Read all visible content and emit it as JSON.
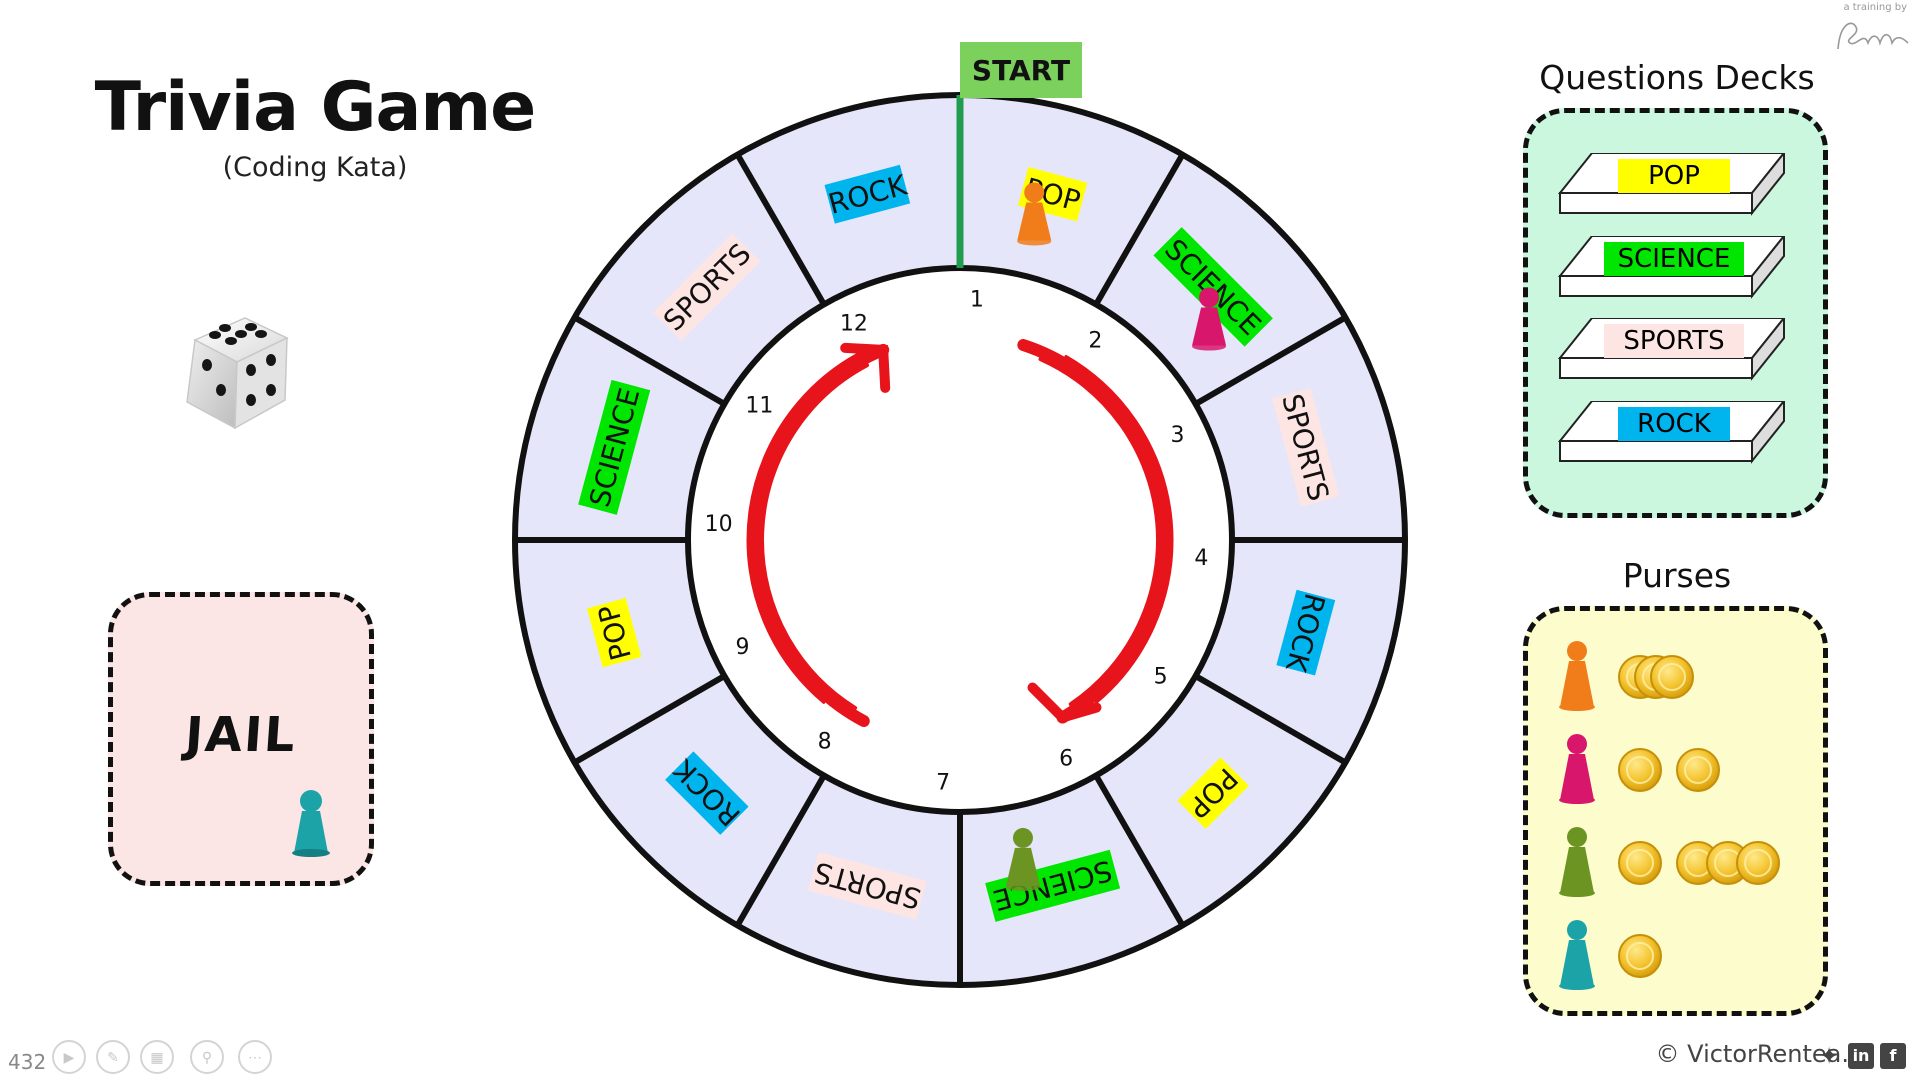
{
  "title": "Trivia Game",
  "subtitle": "(Coding Kata)",
  "board": {
    "start_label": "START",
    "colors": {
      "square_fill": "#e6e6fa",
      "arrow": "#e8141b",
      "start_flag": "#7cd05c",
      "start_line": "#1f9c4d"
    },
    "categories": {
      "POP": {
        "bg": "#ffff00"
      },
      "SCIENCE": {
        "bg": "#00e600"
      },
      "SPORTS": {
        "bg": "#fde5e3"
      },
      "ROCK": {
        "bg": "#00b4ee"
      }
    },
    "squares": [
      {
        "number": "1",
        "category": "POP"
      },
      {
        "number": "2",
        "category": "SCIENCE"
      },
      {
        "number": "3",
        "category": "SPORTS"
      },
      {
        "number": "4",
        "category": "ROCK"
      },
      {
        "number": "5",
        "category": "POP"
      },
      {
        "number": "6",
        "category": "SCIENCE"
      },
      {
        "number": "7",
        "category": "SPORTS"
      },
      {
        "number": "8",
        "category": "ROCK"
      },
      {
        "number": "9",
        "category": "POP"
      },
      {
        "number": "10",
        "category": "SCIENCE"
      },
      {
        "number": "11",
        "category": "SPORTS"
      },
      {
        "number": "12",
        "category": "ROCK"
      }
    ],
    "pawns_on_board": [
      {
        "player_color": "orange",
        "square": 1
      },
      {
        "player_color": "magenta",
        "square": 2
      },
      {
        "player_color": "green",
        "square": 6
      }
    ]
  },
  "players": [
    {
      "color_name": "orange",
      "hex": "#f07d1a",
      "coins": 3
    },
    {
      "color_name": "magenta",
      "hex": "#d8166b",
      "coins": 2
    },
    {
      "color_name": "green",
      "hex": "#6b9422",
      "coins": 4
    },
    {
      "color_name": "teal",
      "hex": "#1ba3a8",
      "coins": 1
    }
  ],
  "dice": {
    "value": 6
  },
  "jail": {
    "label": "JAIL",
    "occupant": "teal"
  },
  "decks": {
    "title": "Questions Decks",
    "items": [
      {
        "label": "POP",
        "bg": "#ffff00"
      },
      {
        "label": "SCIENCE",
        "bg": "#00e600"
      },
      {
        "label": "SPORTS",
        "bg": "#fde5e3"
      },
      {
        "label": "ROCK",
        "bg": "#00b4ee"
      }
    ]
  },
  "purses": {
    "title": "Purses"
  },
  "footer": {
    "copyright": "© VictorRentea.ro",
    "slide_number": "432",
    "signature_caption": "a training by"
  }
}
